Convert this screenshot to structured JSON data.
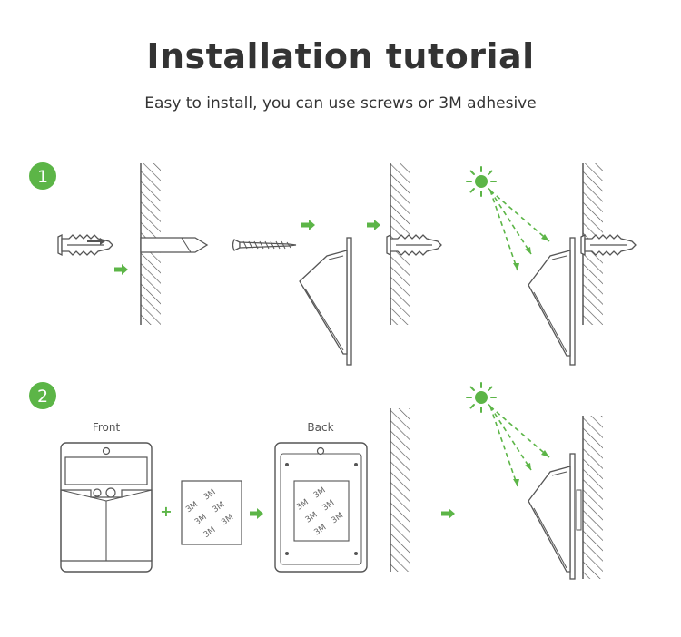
{
  "header": {
    "title": "Installation tutorial",
    "subtitle": "Easy to install, you can use screws or 3M adhesive"
  },
  "steps": [
    {
      "number": "1"
    },
    {
      "number": "2"
    }
  ],
  "labels": {
    "front": "Front",
    "back": "Back",
    "plus": "+",
    "tape_mark": "3M"
  },
  "colors": {
    "accent": "#5cb547",
    "line": "#555555",
    "text": "#333333"
  },
  "icons": [
    "sun-icon",
    "arrow-right-icon",
    "wall-anchor-icon",
    "screw-icon",
    "solar-light-icon",
    "adhesive-pad-icon"
  ]
}
